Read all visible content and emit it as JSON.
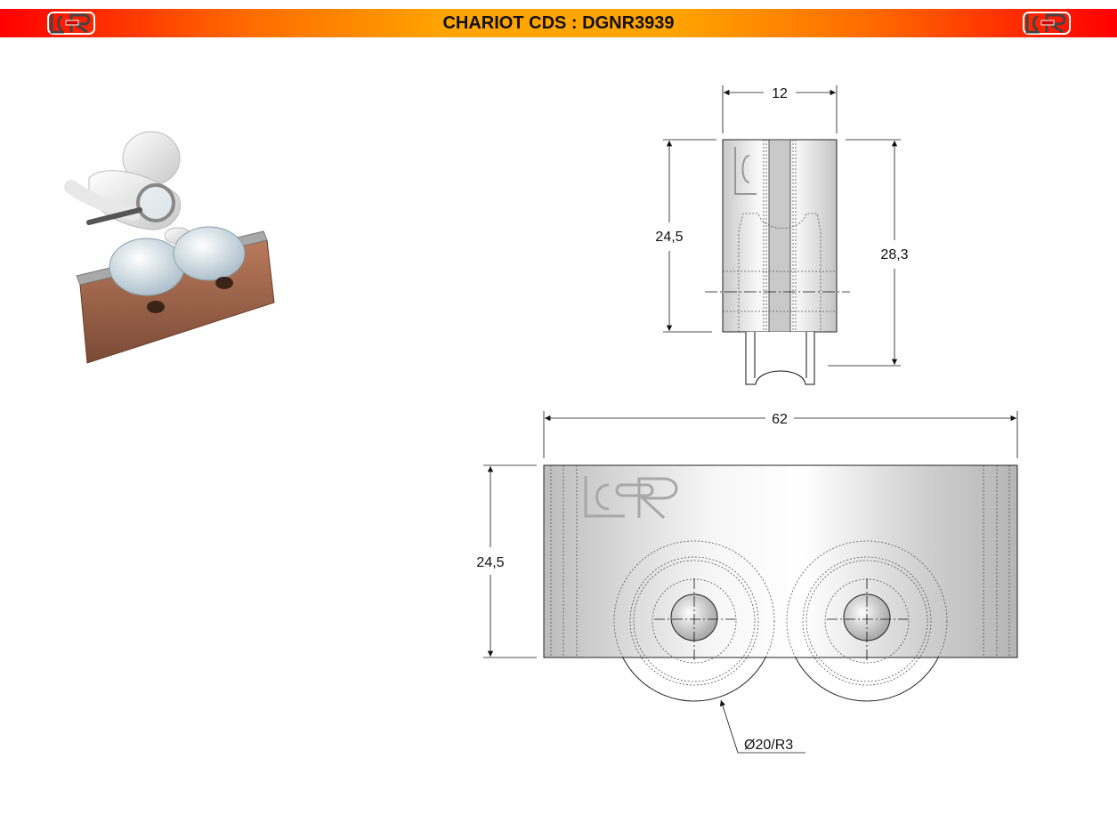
{
  "header": {
    "title": "CHARIOT CDS : DGNR3939",
    "logo_text": "LCR"
  },
  "dimensions": {
    "side_width": "12",
    "side_height_body": "24,5",
    "side_height_total": "28,3",
    "front_width": "62",
    "front_height": "24,5",
    "wheel_callout": "Ø20/R3"
  },
  "colors": {
    "header_red": "#ff0000",
    "header_orange": "#ffa500"
  }
}
